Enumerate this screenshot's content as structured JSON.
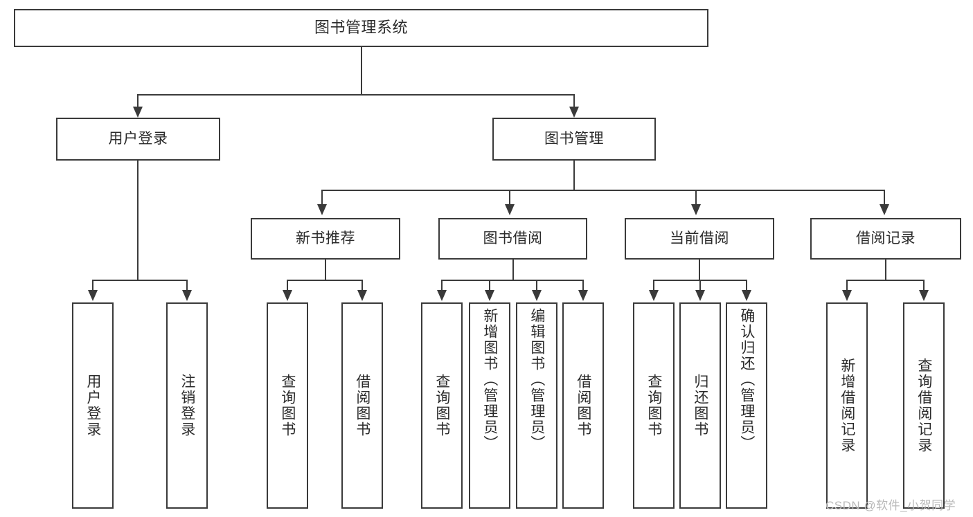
{
  "diagram": {
    "title": "图书管理系统",
    "type": "功能结构图",
    "watermark": "CSDN @软件_小贺同学",
    "line_color": "#3a3a3a",
    "box_fill": "#ffffff",
    "text_color": "#2b2b2b",
    "watermark_color": "#b9b9b9"
  },
  "nodes": {
    "root": {
      "label": "图书管理系统"
    },
    "level2": [
      {
        "label": "用户登录"
      },
      {
        "label": "图书管理"
      }
    ],
    "level3": [
      {
        "label": "新书推荐"
      },
      {
        "label": "图书借阅"
      },
      {
        "label": "当前借阅"
      },
      {
        "label": "借阅记录"
      }
    ],
    "leaves": {
      "user_login": [
        {
          "label": "用户登录"
        },
        {
          "label": "注销登录"
        }
      ],
      "new_book_recommend": [
        {
          "label": "查询图书"
        },
        {
          "label": "借阅图书"
        }
      ],
      "book_borrow": [
        {
          "label": "查询图书"
        },
        {
          "label": "新增图书（管理员）"
        },
        {
          "label": "编辑图书（管理员）"
        },
        {
          "label": "借阅图书"
        }
      ],
      "current_borrow": [
        {
          "label": "查询图书"
        },
        {
          "label": "归还图书"
        },
        {
          "label": "确认归还（管理员）"
        }
      ],
      "borrow_record": [
        {
          "label": "新增借阅记录"
        },
        {
          "label": "查询借阅记录"
        }
      ]
    }
  },
  "chart_data": {
    "type": "tree",
    "title": "图书管理系统",
    "root": "图书管理系统",
    "edges": [
      [
        "图书管理系统",
        "用户登录"
      ],
      [
        "图书管理系统",
        "图书管理"
      ],
      [
        "用户登录",
        "用户登录"
      ],
      [
        "用户登录",
        "注销登录"
      ],
      [
        "图书管理",
        "新书推荐"
      ],
      [
        "图书管理",
        "图书借阅"
      ],
      [
        "图书管理",
        "当前借阅"
      ],
      [
        "图书管理",
        "借阅记录"
      ],
      [
        "新书推荐",
        "查询图书"
      ],
      [
        "新书推荐",
        "借阅图书"
      ],
      [
        "图书借阅",
        "查询图书"
      ],
      [
        "图书借阅",
        "新增图书（管理员）"
      ],
      [
        "图书借阅",
        "编辑图书（管理员）"
      ],
      [
        "图书借阅",
        "借阅图书"
      ],
      [
        "当前借阅",
        "查询图书"
      ],
      [
        "当前借阅",
        "归还图书"
      ],
      [
        "当前借阅",
        "确认归还（管理员）"
      ],
      [
        "借阅记录",
        "新增借阅记录"
      ],
      [
        "借阅记录",
        "查询借阅记录"
      ]
    ],
    "levels": 4
  }
}
